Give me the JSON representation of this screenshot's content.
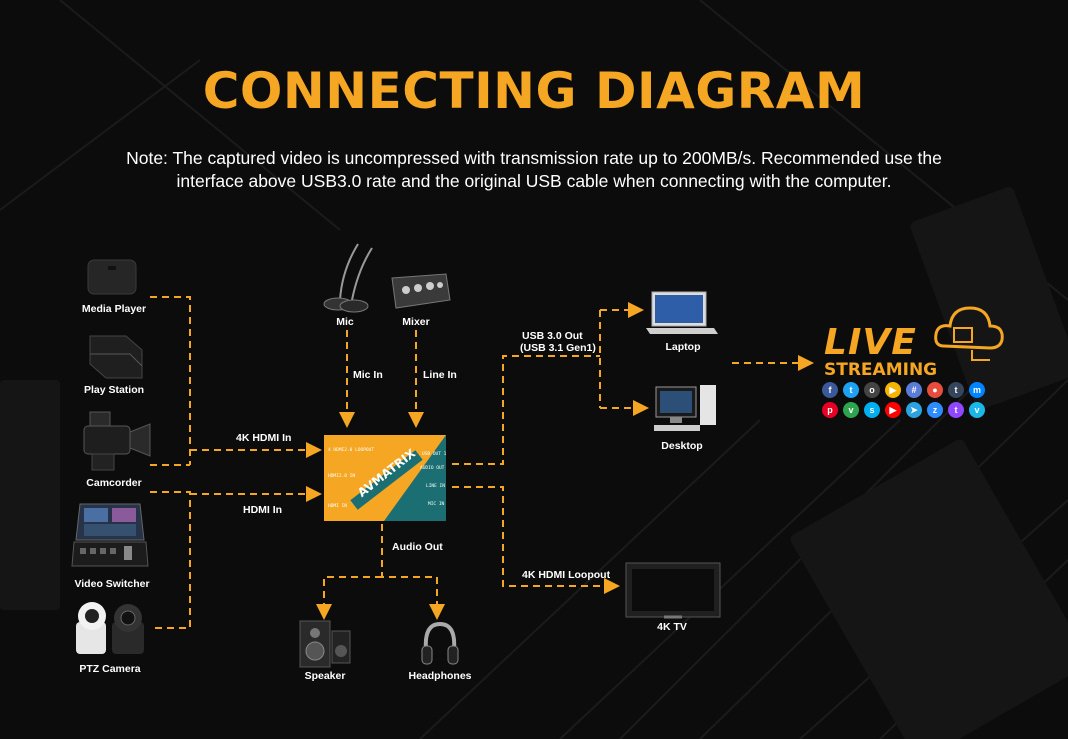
{
  "title": "CONNECTING DIAGRAM",
  "note": "Note: The captured video is uncompressed with transmission rate up to 200MB/s. Recommended use the interface above USB3.0 rate and the original USB cable when connecting with the computer.",
  "inputs": {
    "media_player": "Media Player",
    "play_station": "Play Station",
    "camcorder": "Camcorder",
    "video_switcher": "Video Switcher",
    "ptz_camera": "PTZ Camera"
  },
  "audio_sources": {
    "mic": "Mic",
    "mixer": "Mixer"
  },
  "connections": {
    "hdmi_4k_in": "4K HDMI In",
    "hdmi_in": "HDMI In",
    "mic_in": "Mic In",
    "line_in": "Line In",
    "audio_out": "Audio Out",
    "usb_out": "USB 3.0 Out",
    "usb_gen": "(USB 3.1 Gen1)",
    "loopout": "4K HDMI Loopout"
  },
  "outputs": {
    "laptop": "Laptop",
    "desktop": "Desktop",
    "tv": "4K TV",
    "speaker": "Speaker",
    "headphones": "Headphones"
  },
  "device": {
    "brand": "AVMATRIX",
    "ports_left": [
      "4 HDMI2.0 LOOPOUT",
      "HDMI2.0 IN",
      "HDMI IN"
    ],
    "ports_right": [
      "USB OUT 1",
      "AUDIO OUT 1",
      "LINE IN 1",
      "MIC IN 1"
    ]
  },
  "live": {
    "word": "LIVE",
    "sub": "STREAMING"
  },
  "platform_icons": [
    "facebook-icon",
    "twitter-icon",
    "obs-icon",
    "play-icon",
    "grid-icon",
    "location-icon",
    "tumblr-icon",
    "messenger-icon",
    "pinterest-icon",
    "vimeo-icon",
    "skype-icon",
    "youtube-icon",
    "telegram-icon",
    "zoom-icon",
    "twitch-icon",
    "vimeo-icon"
  ],
  "colors": {
    "accent": "#f5a623",
    "teal": "#1b6f72",
    "background": "#0b0b0b"
  }
}
